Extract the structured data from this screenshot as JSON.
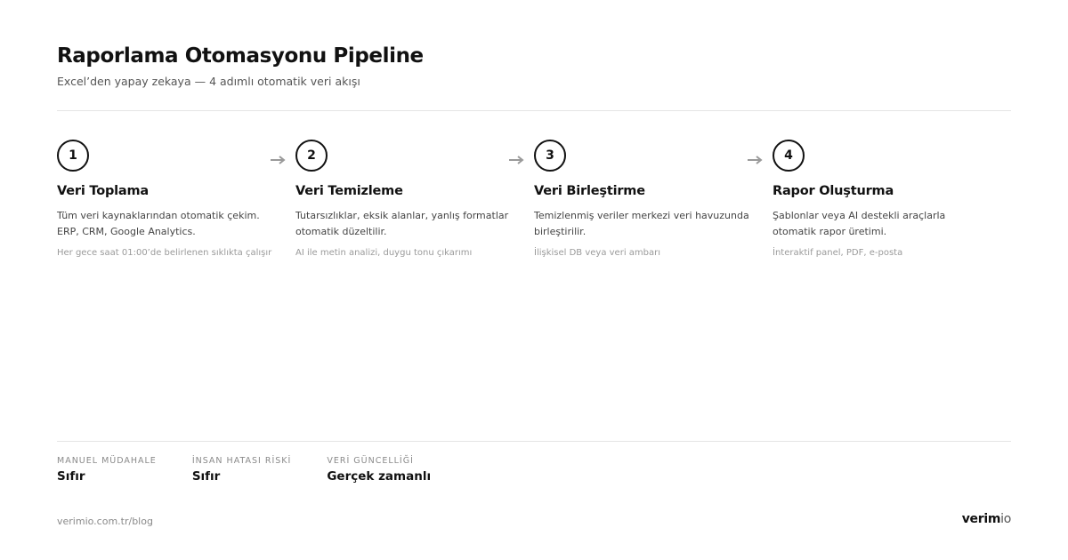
{
  "header": {
    "title": "Raporlama Otomasyonu Pipeline",
    "subtitle": "Excel’den yapay zekaya — 4 adımlı otomatik veri akışı"
  },
  "steps": [
    {
      "number": "1",
      "title": "Veri Toplama",
      "description": "Tüm veri kaynaklarından otomatik çekim. ERP, CRM, Google Analytics.",
      "note": "Her gece saat 01:00’de belirlenen sıklıkta çalışır"
    },
    {
      "number": "2",
      "title": "Veri Temizleme",
      "description": "Tutarsızlıklar, eksik alanlar, yanlış formatlar otomatik düzeltilir.",
      "note": "AI ile metin analizi, duygu tonu çıkarımı"
    },
    {
      "number": "3",
      "title": "Veri Birleştirme",
      "description": "Temizlenmiş veriler merkezi veri havuzunda birleştirilir.",
      "note": "İlişkisel DB veya veri ambarı"
    },
    {
      "number": "4",
      "title": "Rapor Oluşturma",
      "description": "Şablonlar veya AI destekli araçlarla otomatik rapor üretimi.",
      "note": "İnteraktif panel, PDF, e-posta"
    }
  ],
  "stats": [
    {
      "label": "MANUEL MÜDAHALE",
      "value": "Sıfır"
    },
    {
      "label": "İNSAN HATASI RİSKİ",
      "value": "Sıfır"
    },
    {
      "label": "VERİ GÜNCELLİĞİ",
      "value": "Gerçek zamanlı"
    }
  ],
  "footer": {
    "url": "verimio.com.tr/blog",
    "logo_bold": "verim",
    "logo_light": "io"
  },
  "colors": {
    "text": "#111111",
    "muted": "#8a8a8a",
    "arrow": "#9a9a9a",
    "divider": "#e5e5e5"
  }
}
